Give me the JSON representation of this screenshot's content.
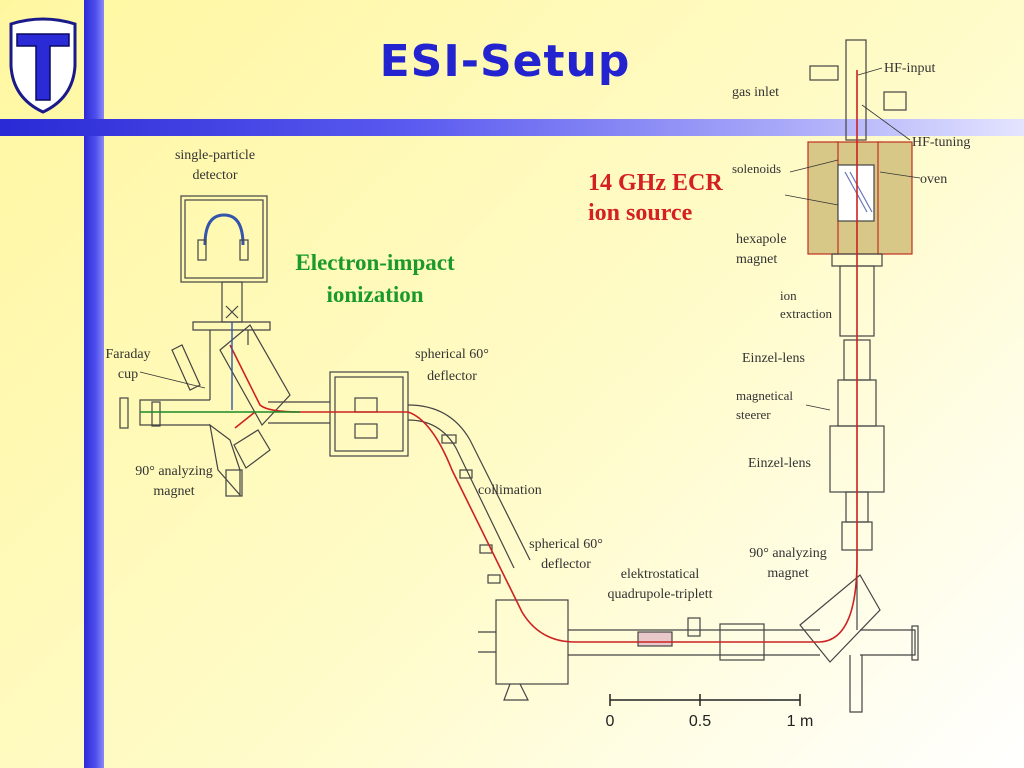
{
  "title": "ESI-Setup",
  "logo": {
    "letter": "T"
  },
  "colors": {
    "title": "#2323d0",
    "bar": "#3030dd",
    "beam": "#cc2222",
    "beam2": "#1a8a2a",
    "ecr_label": "#d42020",
    "ei_label": "#1a9a2a"
  },
  "labels": {
    "single_particle_1": "single-particle",
    "single_particle_2": "detector",
    "faraday_1": "Faraday",
    "faraday_2": "cup",
    "analyzing_left_1": "90° analyzing",
    "analyzing_left_2": "magnet",
    "electron_impact_1": "Electron-impact",
    "electron_impact_2": "ionization",
    "spherical_top_1": "spherical 60°",
    "spherical_top_2": "deflector",
    "collimation": "collimation",
    "spherical_bottom_1": "spherical 60°",
    "spherical_bottom_2": "deflector",
    "quadrupole_1": "elektrostatical",
    "quadrupole_2": "quadrupole-triplett",
    "analyzing_right_1": "90° analyzing",
    "analyzing_right_2": "magnet",
    "ecr_1": "14 GHz ECR",
    "ecr_2": "ion source",
    "gas_inlet": "gas inlet",
    "hf_input": "HF-input",
    "hf_tuning": "HF-tuning",
    "solenoids": "solenoids",
    "oven": "oven",
    "hexapole_1": "hexapole",
    "hexapole_2": "magnet",
    "ion_extraction_1": "ion",
    "ion_extraction_2": "extraction",
    "einzel_1": "Einzel-lens",
    "magnetical_1": "magnetical",
    "magnetical_2": "steerer",
    "einzel_2": "Einzel-lens"
  },
  "scale_bar": {
    "ticks": [
      "0",
      "0.5",
      "1 m"
    ]
  }
}
